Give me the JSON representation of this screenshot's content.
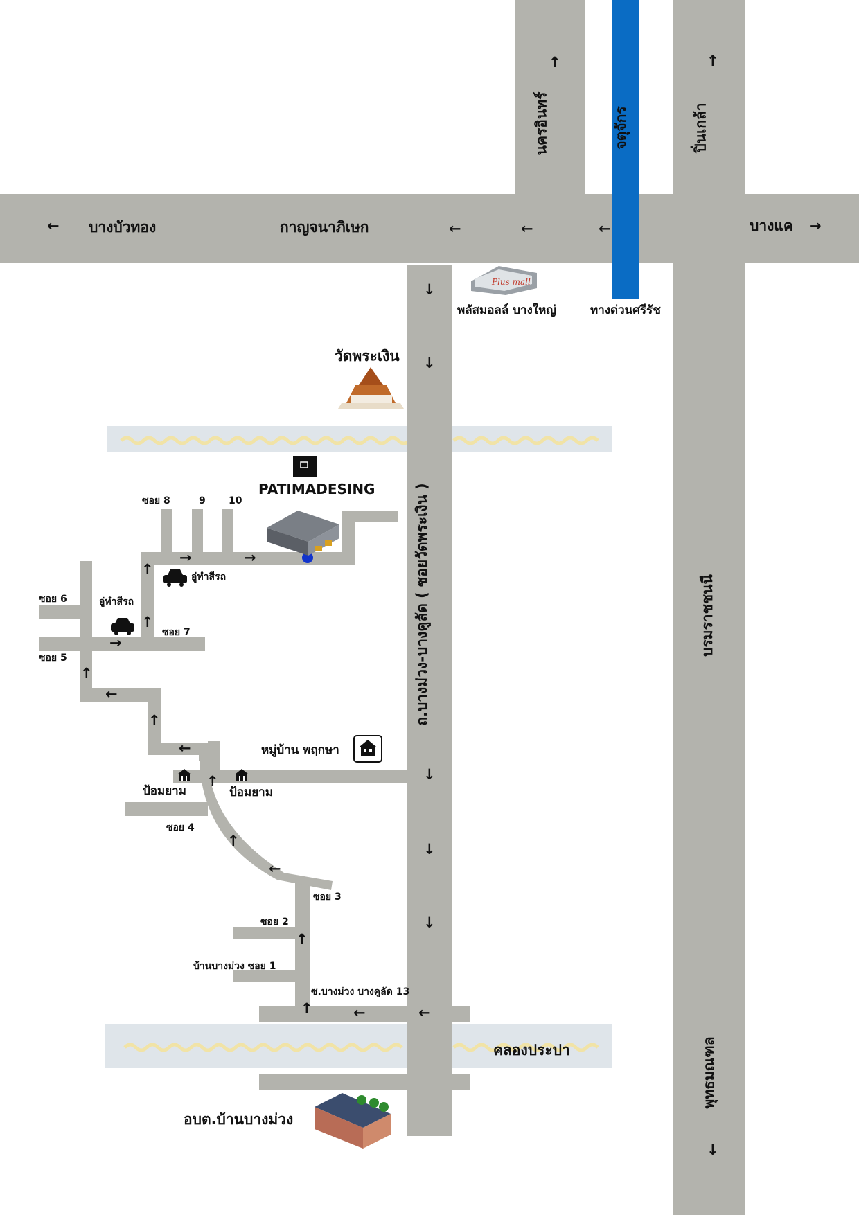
{
  "colors": {
    "road": "#b3b3ad",
    "expressway": "#0a6cc4",
    "canal": "#dfe5ea",
    "wave": "#f4e9b8",
    "text": "#111111",
    "pin": "#1133cc"
  },
  "roads": {
    "bang_bua_thong": "บางบัวทอง",
    "kanchanaphisek": "กาญจนาภิเษก",
    "bang_khae": "บางแค",
    "nakhon_in": "นครอินทร์",
    "chatuchak": "จตุจักร",
    "pinklao": "ปิ่นเกล้า",
    "borommaratchachonnani": "บรมราชชนนี",
    "phutthamonthon": "พุทธมณฑล",
    "bang_muang_bang_kruai": "ถ.บางม่วง-บางคูลัด ( ซอยวัดพระเงิน )",
    "soi_bang_muang_13": "ซ.บางม่วง บางคูลัด 13",
    "khlong_prapa": "คลองประปา"
  },
  "places": {
    "plus_mall": "พลัสมอลล์ บางใหญ่",
    "sri_rat_expressway": "ทางด่วนศรีรัช",
    "wat_phra_ngoen": "วัดพระเงิน",
    "company": "PATIMADESING",
    "village": "หมู่บ้าน พฤกษา",
    "gas_station_left": "ป้อมยาม",
    "gas_station_right": "ป้อมยาม",
    "taxi_stand_top": "อู่ทำสีรถ",
    "taxi_stand_left": "อู่ทำสีรถ",
    "tambon_office": "อบต.บ้านบางม่วง"
  },
  "sois": {
    "soi_8": "ซอย 8",
    "soi_9": "9",
    "soi_10": "10",
    "soi_7": "ซอย 7",
    "soi_6": "ซอย 6",
    "soi_5": "ซอย 5",
    "soi_4": "ซอย 4",
    "soi_3": "ซอย 3",
    "soi_2": "ซอย 2",
    "soi_1": "บ้านบางม่วง ซอย 1"
  },
  "arrows": {
    "left": "←",
    "right": "→",
    "up": "↑",
    "down": "↓"
  }
}
